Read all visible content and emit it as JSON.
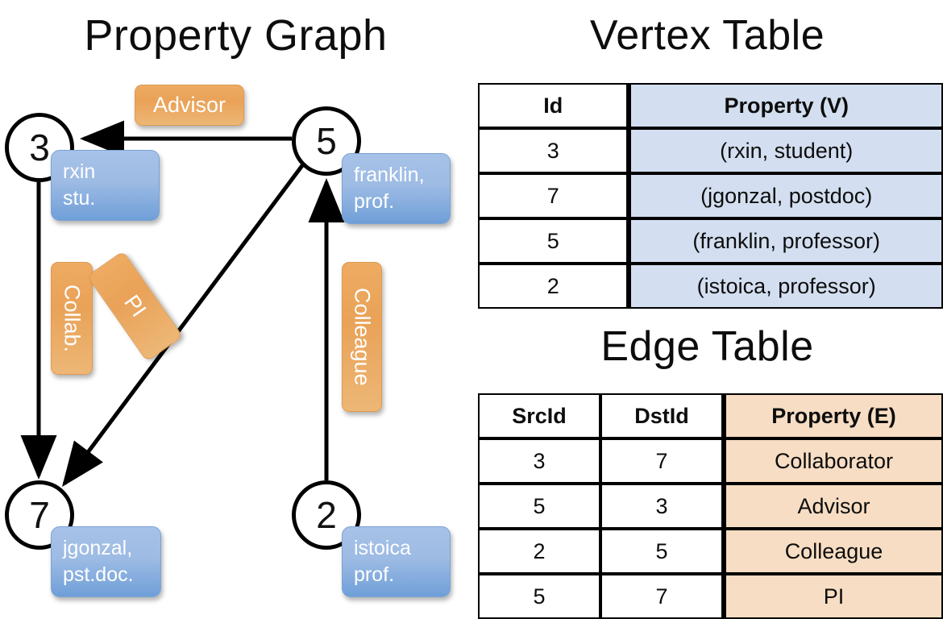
{
  "titles": {
    "property_graph": "Property Graph",
    "vertex_table": "Vertex Table",
    "edge_table": "Edge Table"
  },
  "graph": {
    "nodes": [
      {
        "id": "3",
        "property": "rxin\nstu."
      },
      {
        "id": "5",
        "property": "franklin,\nprof."
      },
      {
        "id": "7",
        "property": "jgonzal,\npst.doc."
      },
      {
        "id": "2",
        "property": "istoica\nprof."
      }
    ],
    "node_labels": {
      "n3": "3",
      "n5": "5",
      "n7": "7",
      "n2": "2"
    },
    "property_boxes": {
      "rxin_line1": "rxin",
      "rxin_line2": "stu.",
      "franklin_line1": "franklin,",
      "franklin_line2": "prof.",
      "jgonzal_line1": "jgonzal,",
      "jgonzal_line2": "pst.doc.",
      "istoica_line1": "istoica",
      "istoica_line2": "prof."
    },
    "edge_labels": {
      "advisor": "Advisor",
      "collab": "Collab.",
      "pi": "PI",
      "colleague": "Colleague"
    },
    "edges": [
      {
        "src": "5",
        "dst": "3",
        "label": "Advisor"
      },
      {
        "src": "3",
        "dst": "7",
        "label": "Collab."
      },
      {
        "src": "5",
        "dst": "7",
        "label": "PI"
      },
      {
        "src": "2",
        "dst": "5",
        "label": "Colleague"
      }
    ]
  },
  "vertex_table": {
    "columns": [
      "Id",
      "Property (V)"
    ],
    "rows": [
      {
        "id": "3",
        "property": "(rxin, student)"
      },
      {
        "id": "7",
        "property": "(jgonzal, postdoc)"
      },
      {
        "id": "5",
        "property": "(franklin, professor)"
      },
      {
        "id": "2",
        "property": "(istoica, professor)"
      }
    ]
  },
  "edge_table": {
    "columns": [
      "SrcId",
      "DstId",
      "Property (E)"
    ],
    "rows": [
      {
        "src": "3",
        "dst": "7",
        "property": "Collaborator"
      },
      {
        "src": "5",
        "dst": "3",
        "property": "Advisor"
      },
      {
        "src": "2",
        "dst": "5",
        "property": "Colleague"
      },
      {
        "src": "5",
        "dst": "7",
        "property": "PI"
      }
    ]
  },
  "colors": {
    "vertex_property_fill": "#d3dff0",
    "edge_property_fill": "#f7ddc3",
    "node_box_blue": "#8fb4e0",
    "edge_label_orange": "#eaa55c",
    "stroke": "#000000",
    "background": "#ffffff"
  }
}
